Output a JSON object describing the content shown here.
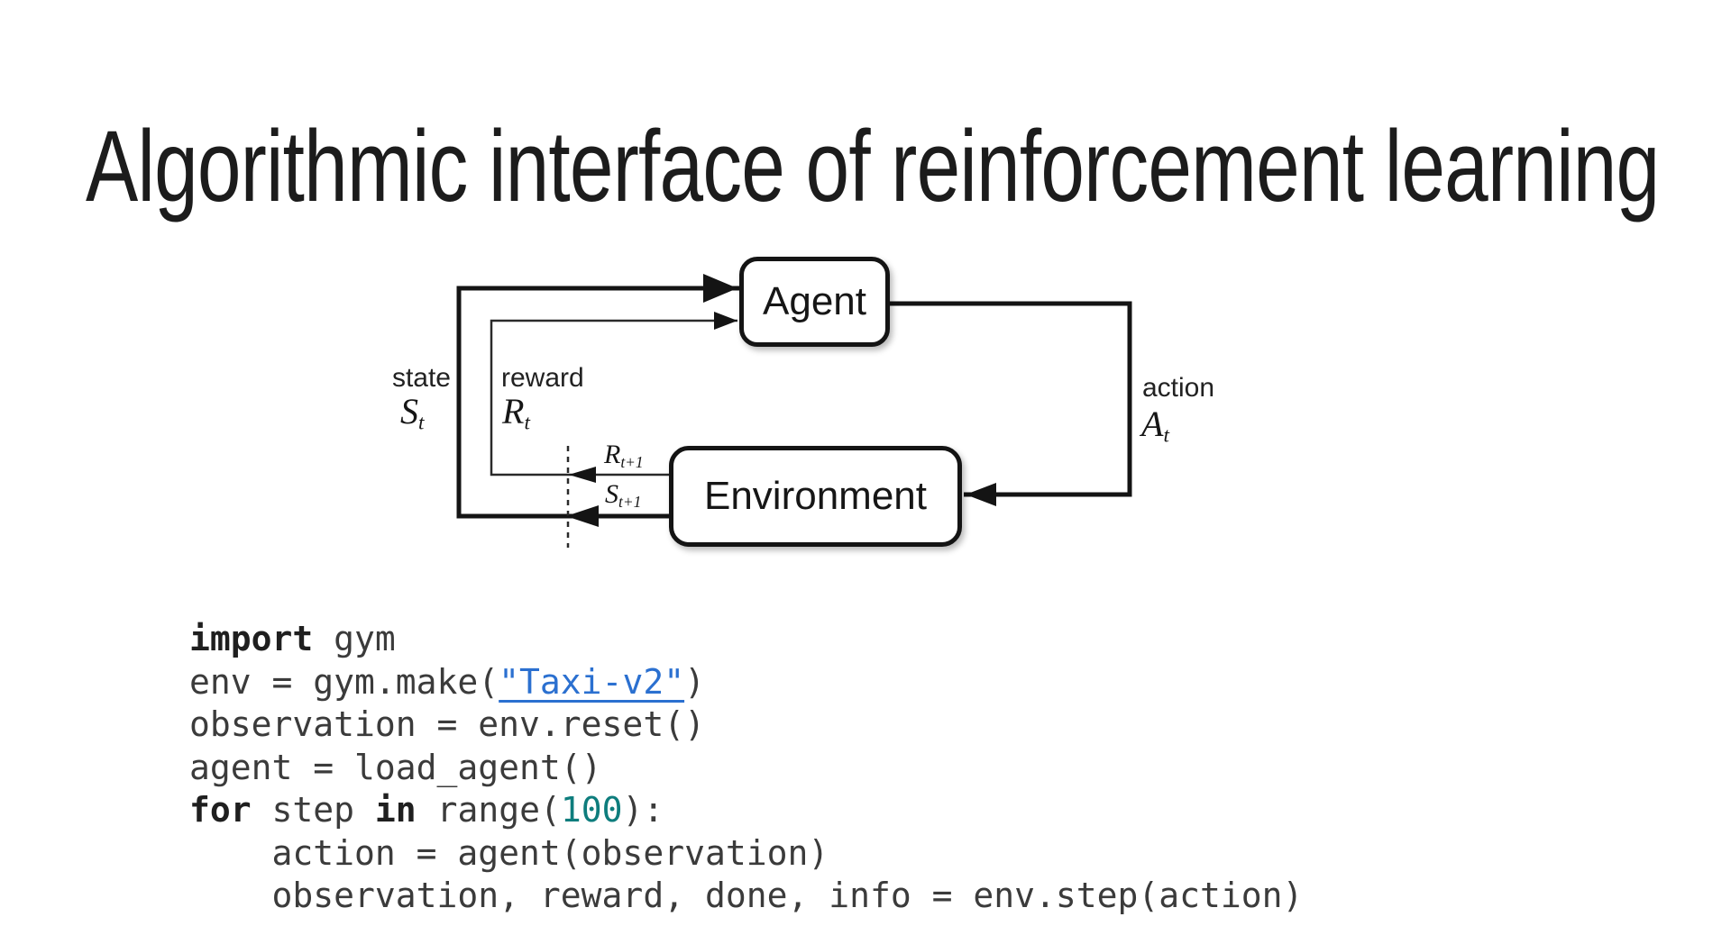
{
  "slide": {
    "title": "Algorithmic interface of reinforcement learning",
    "background": "#ffffff"
  },
  "diagram": {
    "agent_label": "Agent",
    "environment_label": "Environment",
    "labels": {
      "state": "state",
      "reward": "reward",
      "action": "action",
      "state_sym": {
        "base": "S",
        "sub": "t"
      },
      "reward_sym": {
        "base": "R",
        "sub": "t"
      },
      "action_sym": {
        "base": "A",
        "sub": "t"
      },
      "next_reward_sym": {
        "base": "R",
        "sub": "t+1"
      },
      "next_state_sym": {
        "base": "S",
        "sub": "t+1"
      }
    },
    "colors": {
      "stroke": "#141414",
      "box_border": "#141414",
      "box_fill": "#ffffff"
    }
  },
  "code": {
    "colors": {
      "plain": "#3b3b3b",
      "keyword": "#1f1f1f",
      "number": "#0e7d7d",
      "link": "#2b70d0"
    },
    "lines": [
      {
        "tokens": [
          {
            "type": "keyword",
            "text": "import"
          },
          {
            "type": "plain",
            "text": " gym"
          }
        ]
      },
      {
        "tokens": [
          {
            "type": "plain",
            "text": "env = gym.make("
          },
          {
            "type": "link",
            "text": "\"Taxi-v2\""
          },
          {
            "type": "plain",
            "text": ")"
          }
        ]
      },
      {
        "tokens": [
          {
            "type": "plain",
            "text": "observation = env.reset()"
          }
        ]
      },
      {
        "tokens": [
          {
            "type": "plain",
            "text": "agent = load_agent()"
          }
        ]
      },
      {
        "tokens": [
          {
            "type": "keyword",
            "text": "for"
          },
          {
            "type": "plain",
            "text": " step "
          },
          {
            "type": "keyword",
            "text": "in"
          },
          {
            "type": "plain",
            "text": " range("
          },
          {
            "type": "number",
            "text": "100"
          },
          {
            "type": "plain",
            "text": "):"
          }
        ]
      },
      {
        "tokens": [
          {
            "type": "plain",
            "text": "    action = agent(observation)"
          }
        ]
      },
      {
        "tokens": [
          {
            "type": "plain",
            "text": "    observation, reward, done, info = env.step(action)"
          }
        ]
      }
    ]
  }
}
